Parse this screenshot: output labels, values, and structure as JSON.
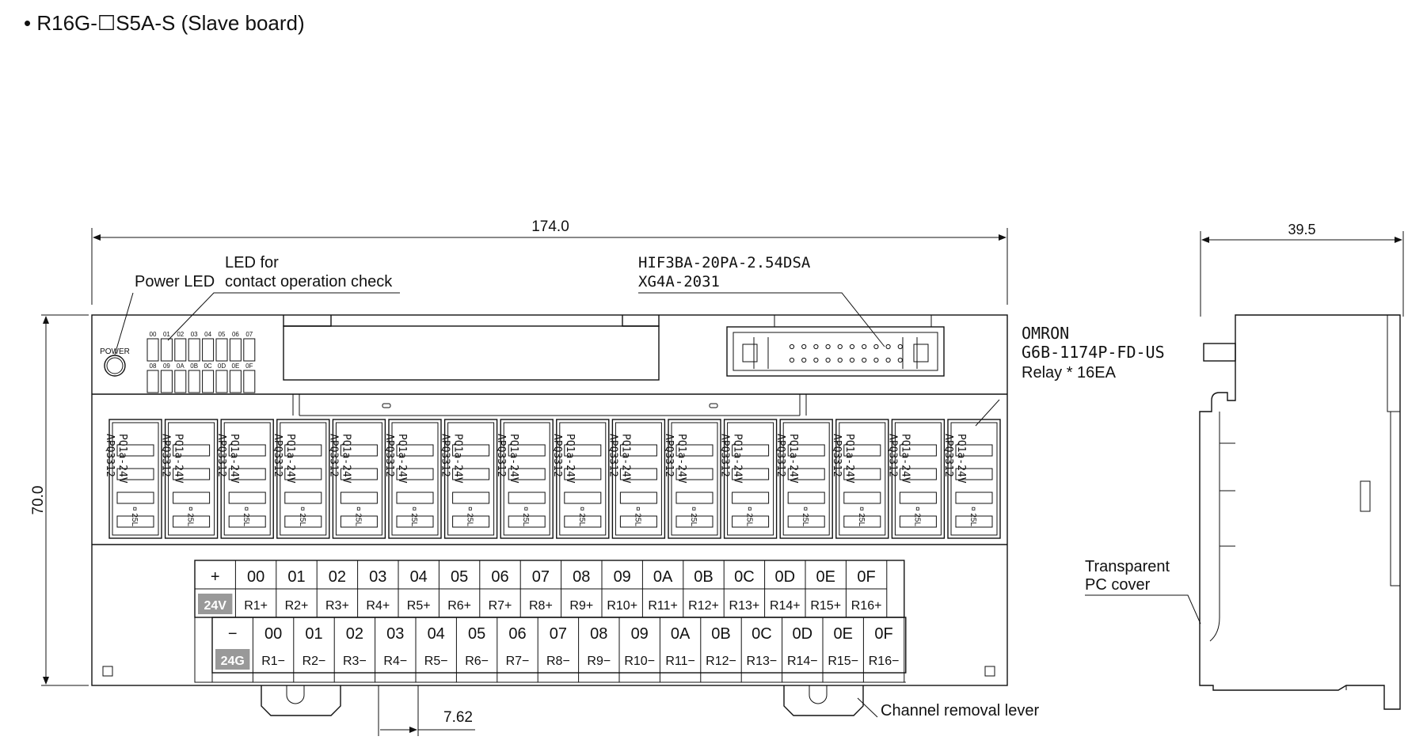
{
  "title": "• R16G-☐S5A-S (Slave board)",
  "dimensions": {
    "width": "174.0",
    "height": "70.0",
    "side_width": "39.5",
    "pitch": "7.62"
  },
  "labels": {
    "power_led": "Power LED",
    "led_line1": "LED for",
    "led_line2": "contact operation check",
    "power_small": "POWER",
    "connector_line1": "HIF3BA-20PA-2.54DSA",
    "connector_line2": "XG4A-2031",
    "relay_line1": "OMRON",
    "relay_line2": "G6B-1174P-FD-US",
    "relay_line3": "Relay * 16EA",
    "cover_line1": "Transparent",
    "cover_line2": "PC cover",
    "lever": "Channel removal lever"
  },
  "leds_top": [
    "00",
    "01",
    "02",
    "03",
    "04",
    "05",
    "06",
    "07"
  ],
  "leds_bottom": [
    "08",
    "09",
    "0A",
    "0B",
    "0C",
    "0D",
    "0E",
    "0F"
  ],
  "relay_text": {
    "line1": "PQ1a-24V",
    "line2": "APQ3312",
    "line3": "¤ 25L"
  },
  "terminals": {
    "top_first": "+",
    "top_first_tag": "24V",
    "bottom_first": "−",
    "bottom_first_tag": "24G",
    "channels": [
      "00",
      "01",
      "02",
      "03",
      "04",
      "05",
      "06",
      "07",
      "08",
      "09",
      "0A",
      "0B",
      "0C",
      "0D",
      "0E",
      "0F"
    ],
    "plus": [
      "R1+",
      "R2+",
      "R3+",
      "R4+",
      "R5+",
      "R6+",
      "R7+",
      "R8+",
      "R9+",
      "R10+",
      "R11+",
      "R12+",
      "R13+",
      "R14+",
      "R15+",
      "R16+"
    ],
    "minus": [
      "R1−",
      "R2−",
      "R3−",
      "R4−",
      "R5−",
      "R6−",
      "R7−",
      "R8−",
      "R9−",
      "R10−",
      "R11−",
      "R12−",
      "R13−",
      "R14−",
      "R15−",
      "R16−"
    ]
  }
}
